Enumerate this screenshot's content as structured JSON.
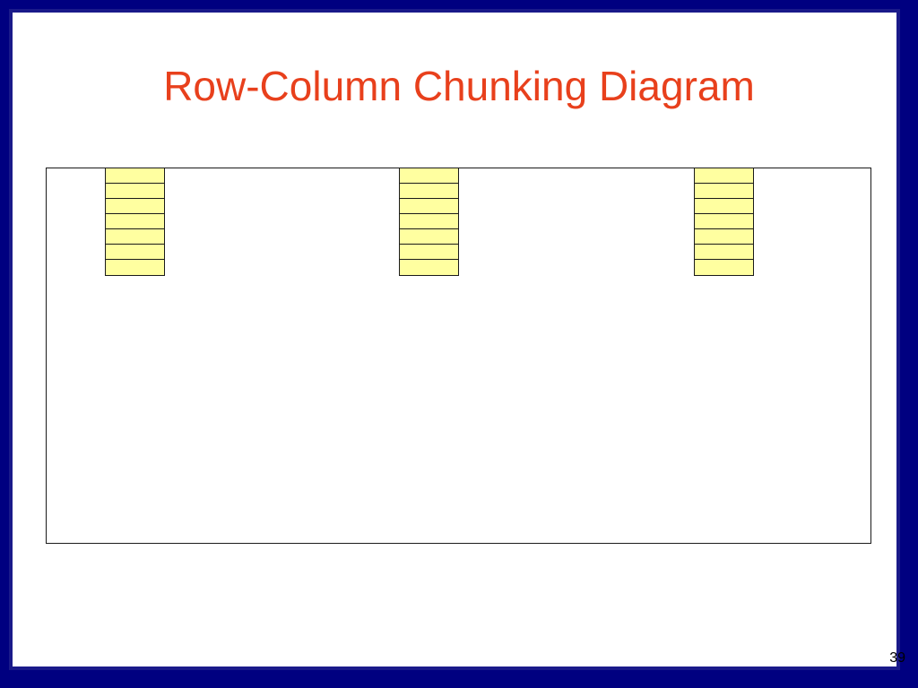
{
  "slide": {
    "title": "Row-Column Chunking Diagram",
    "page_number": "39"
  },
  "diagram": {
    "stacks": [
      {
        "name": "chunk-column-1",
        "cells": 7
      },
      {
        "name": "chunk-column-2",
        "cells": 7
      },
      {
        "name": "chunk-column-3",
        "cells": 7
      }
    ],
    "colors": {
      "cell_fill": "#ffffa0",
      "cell_border": "#1a1a1a",
      "title": "#e8401c",
      "background": "#000080"
    }
  }
}
